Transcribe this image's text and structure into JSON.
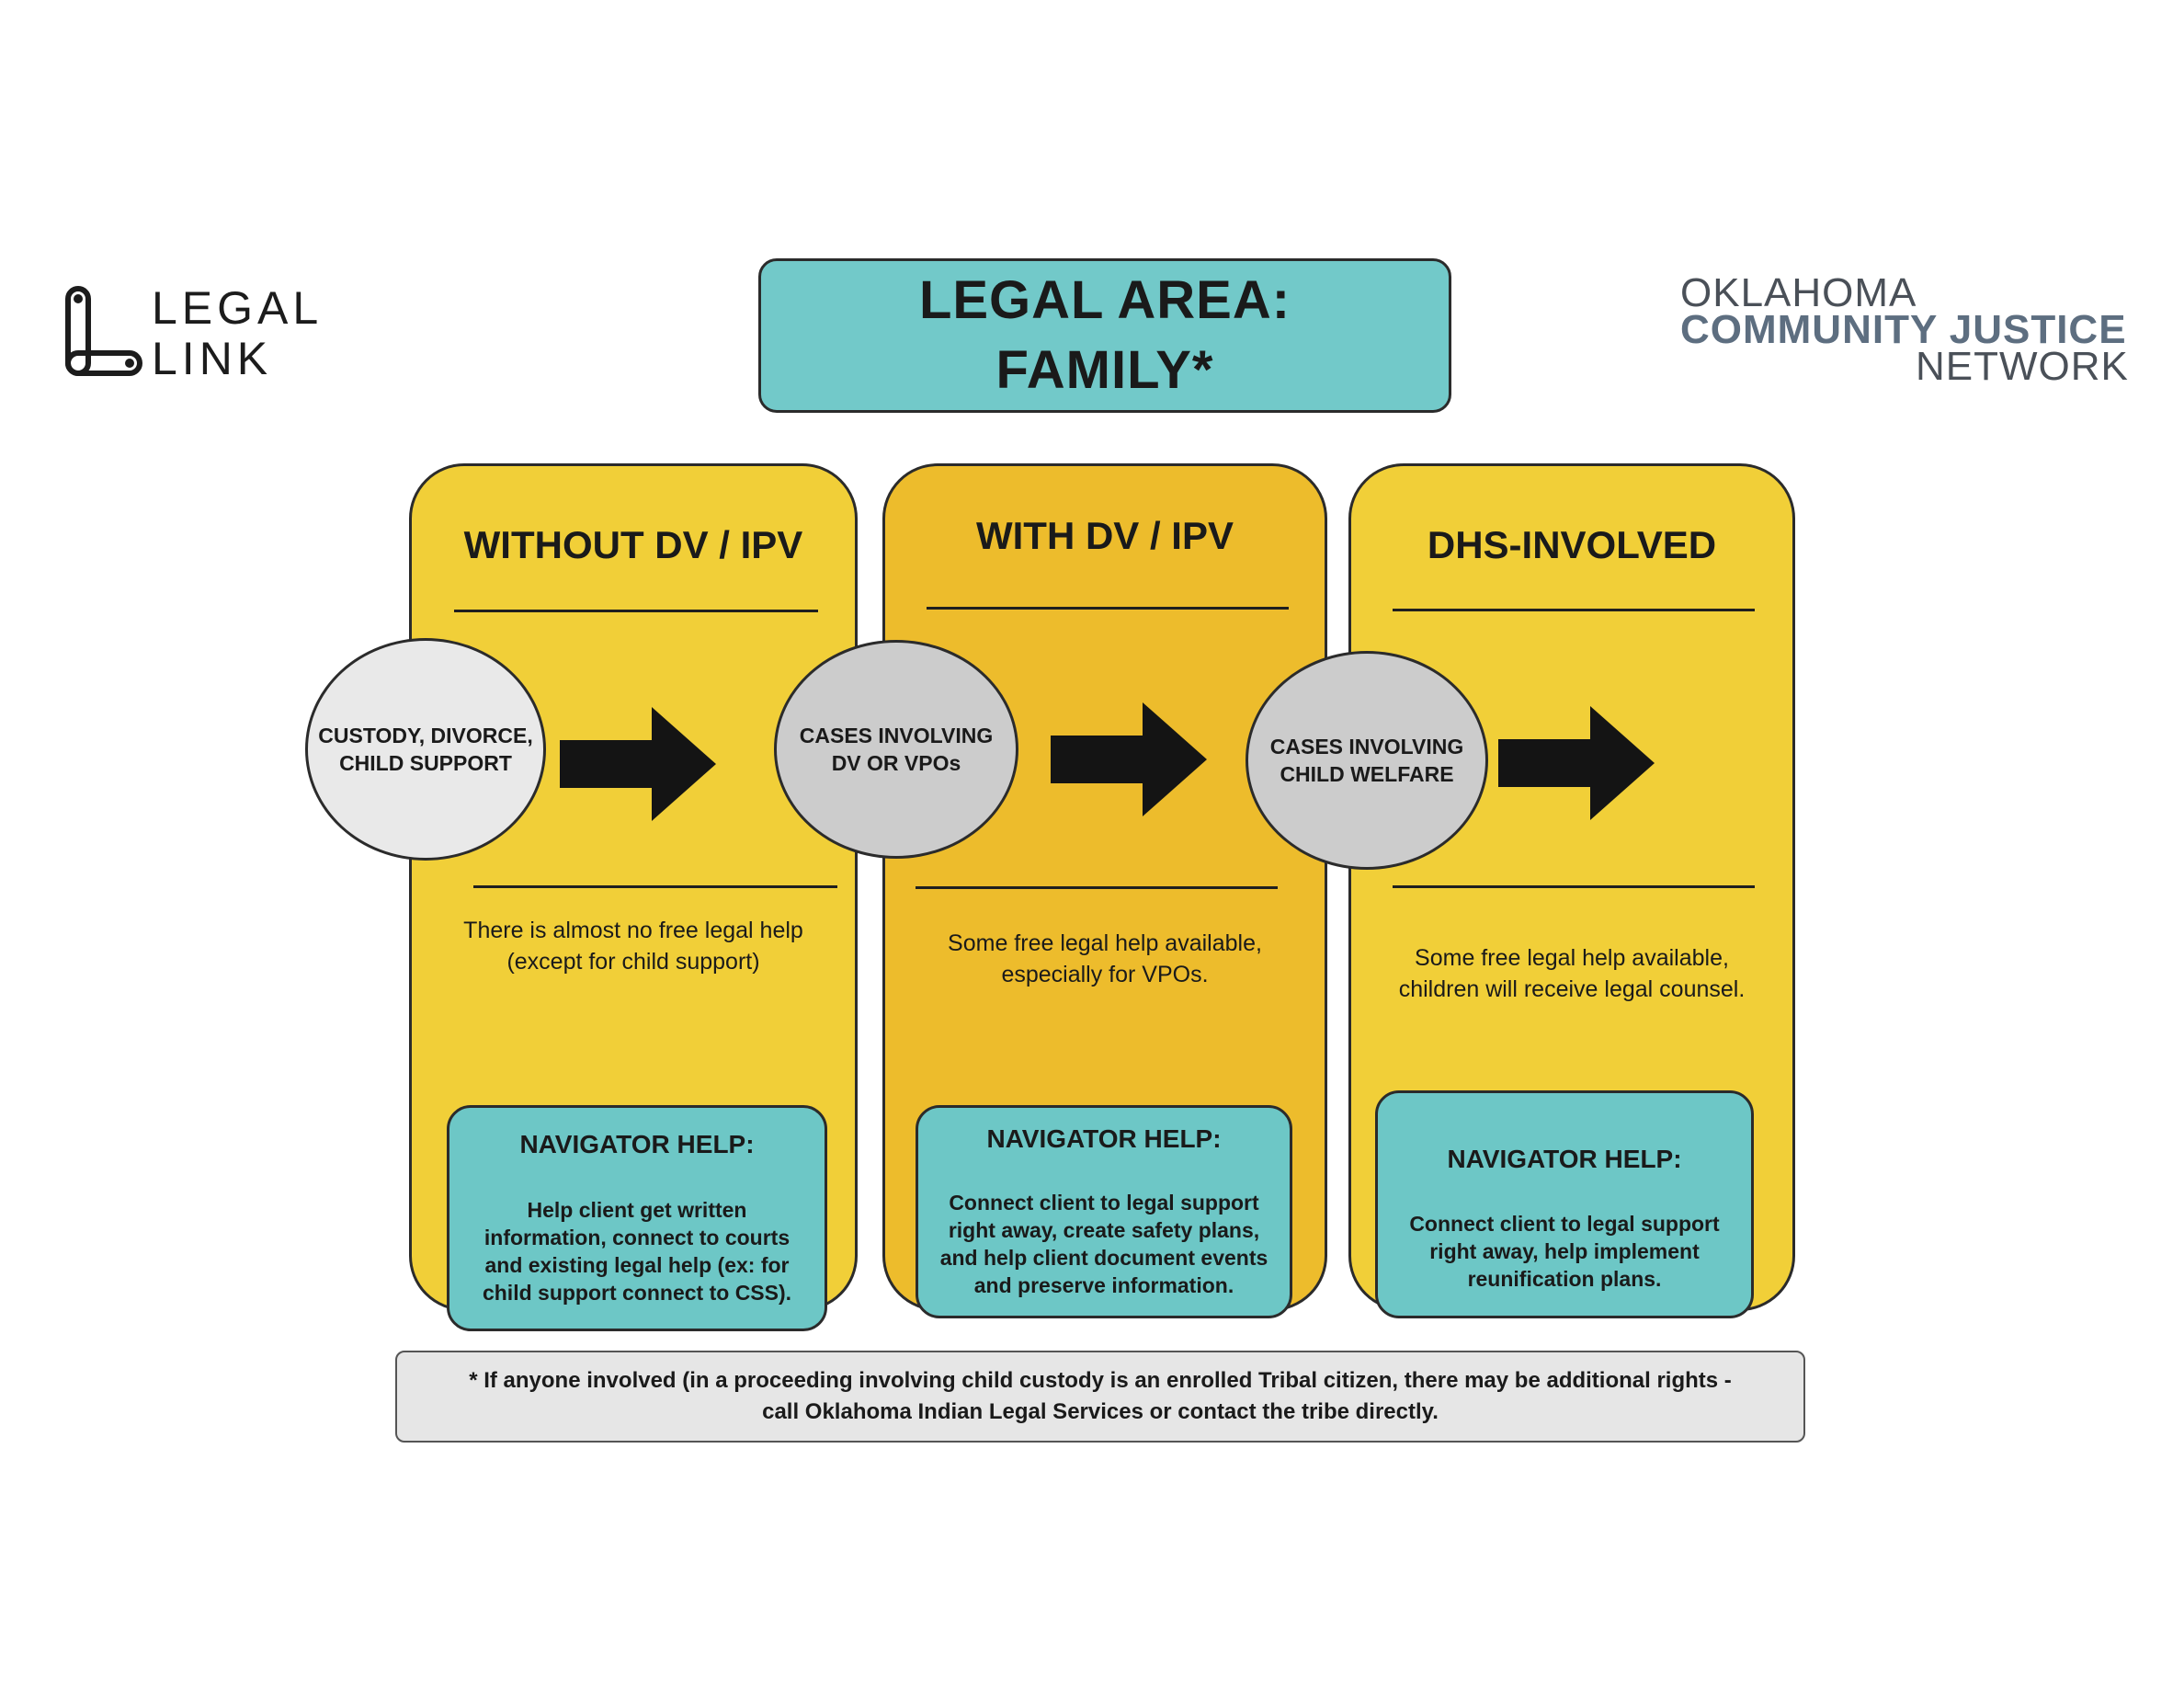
{
  "logos": {
    "legal_link": {
      "line1": "LEGAL",
      "line2": "LINK"
    },
    "ocjn": {
      "line1": "OKLAHOMA",
      "line2": "COMMUNITY JUSTICE",
      "line3": "NETWORK"
    }
  },
  "title": {
    "line1": "LEGAL AREA:",
    "line2": "FAMILY*"
  },
  "columns": [
    {
      "heading": "WITHOUT DV / IPV",
      "circle": [
        "CUSTODY, DIVORCE,",
        "CHILD SUPPORT"
      ],
      "description": [
        "There is almost no free legal help",
        "(except for child support)"
      ],
      "navigator_title": "NAVIGATOR HELP:",
      "navigator_body": [
        "Help client get written",
        "information, connect to courts",
        "and existing legal help (ex: for",
        "child support connect to CSS)."
      ]
    },
    {
      "heading": "WITH DV / IPV",
      "circle": [
        "CASES INVOLVING",
        "DV OR VPOs"
      ],
      "description": [
        "Some free legal help available,",
        "especially for VPOs."
      ],
      "navigator_title": "NAVIGATOR HELP:",
      "navigator_body": [
        "Connect client to legal support",
        "right away, create safety plans,",
        "and help client document events",
        "and preserve information."
      ]
    },
    {
      "heading": "DHS-INVOLVED",
      "circle": [
        "CASES INVOLVING",
        "CHILD WELFARE"
      ],
      "description": [
        "Some free legal help available,",
        "children will receive legal counsel."
      ],
      "navigator_title": "NAVIGATOR HELP:",
      "navigator_body": [
        "Connect client to legal support",
        "right away, help implement",
        "reunification plans."
      ]
    }
  ],
  "footnote": [
    "* If anyone involved (in a proceeding involving child custody is an enrolled Tribal citizen, there may be additional rights -",
    "call Oklahoma Indian Legal Services or contact the tribe directly."
  ],
  "colors": {
    "teal": "#72c9c9",
    "yellow": "#f1cf38",
    "gold": "#edbc2c",
    "circle_light": "#e9e9e9",
    "circle_gray": "#cccccc",
    "footnote_bg": "#e6e6e6"
  }
}
